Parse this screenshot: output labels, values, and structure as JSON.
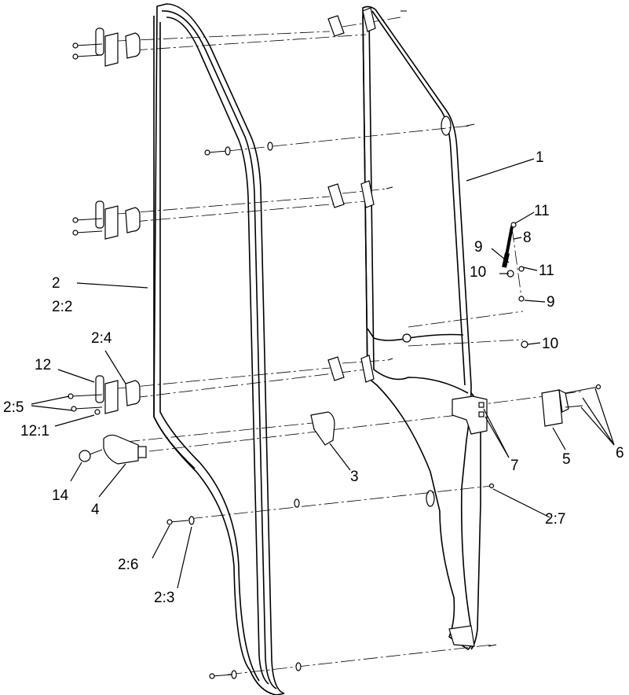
{
  "callouts": {
    "c1": "1",
    "c2": "2",
    "c2_2": "2:2",
    "c2_3": "2:3",
    "c2_4": "2:4",
    "c2_5": "2:5",
    "c2_6": "2:6",
    "c2_7": "2:7",
    "c3": "3",
    "c4": "4",
    "c5": "5",
    "c6": "6",
    "c7": "7",
    "c8": "8",
    "c9a": "9",
    "c9b": "9",
    "c10a": "10",
    "c10b": "10",
    "c11a": "11",
    "c11b": "11",
    "c12": "12",
    "c12_1": "12:1",
    "c14": "14"
  }
}
